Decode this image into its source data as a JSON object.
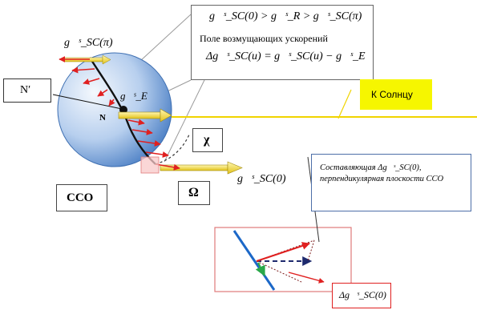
{
  "top_box": {
    "line1": "g⃗ˢ_SC(0) > g⃗ˢ_R > g⃗ˢ_SC(π)",
    "line2": "Поле возмущающих ускорений",
    "line3": "Δg⃗ˢ_SC(u) = g⃗ˢ_SC(u) − g⃗ˢ_E"
  },
  "labels": {
    "g_sc_pi": "g⃗ˢ_SC(π)",
    "n_prime": "N′",
    "n": "N",
    "g_e": "g⃗ˢ_E",
    "sun": "К Солнцу",
    "chi": "χ",
    "omega": "Ω",
    "cco": "ССО",
    "g_sc_0": "g⃗ˢ_SC(0)",
    "component_note": "Составляющая Δg⃗ˢ_SC(0), перпендикулярная плоскости ССО",
    "delta_g_sc_0": "Δg⃗ˢ_SC(0)"
  },
  "colors": {
    "earth_light": "#dbe7f6",
    "earth_dark": "#4a7ec4",
    "arrow_red": "#e02020",
    "arrow_yellow": "#f2d83a",
    "sun_label_bg": "#f6f600",
    "zoom_box": "#e07a7a",
    "orbit_blue": "#1c68c8",
    "green": "#2aa84a"
  }
}
